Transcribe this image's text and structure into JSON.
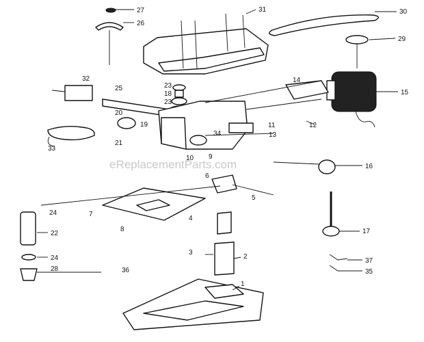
{
  "watermark": "eReplacementParts.com",
  "callouts": [
    "27",
    "26",
    "31",
    "30",
    "29",
    "32",
    "25",
    "23",
    "18",
    "23",
    "14",
    "15",
    "20",
    "19",
    "11",
    "12",
    "13",
    "34",
    "33",
    "21",
    "10",
    "9",
    "16",
    "6",
    "5",
    "24",
    "7",
    "4",
    "8",
    "22",
    "24",
    "28",
    "36",
    "3",
    "2",
    "17",
    "37",
    "1",
    "35"
  ]
}
